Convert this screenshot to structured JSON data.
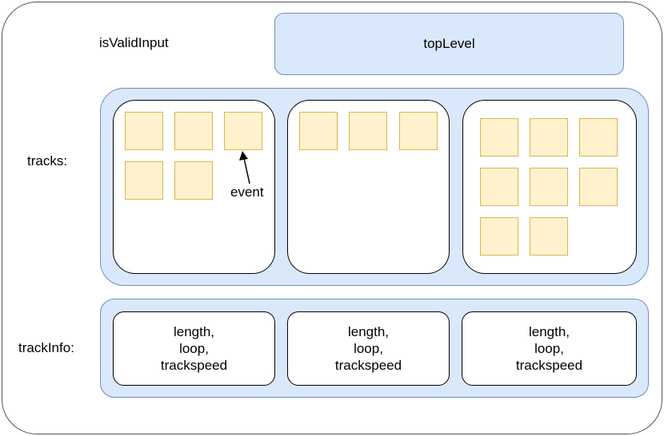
{
  "diagram": {
    "labels": {
      "isValidInput": "isValidInput",
      "topLevel": "topLevel",
      "tracks": "tracks:",
      "trackInfo": "trackInfo:",
      "event": "event"
    },
    "track_event_counts": [
      5,
      3,
      8
    ],
    "track_info": [
      {
        "line1": "length,",
        "line2": "loop,",
        "line3": "trackspeed"
      },
      {
        "line1": "length,",
        "line2": "loop,",
        "line3": "trackspeed"
      },
      {
        "line1": "length,",
        "line2": "loop,",
        "line3": "trackspeed"
      }
    ],
    "colors": {
      "group_fill": "#dae8fc",
      "group_stroke": "#6c8ebf",
      "event_fill": "#fff2cc",
      "event_stroke": "#d6b656"
    }
  }
}
